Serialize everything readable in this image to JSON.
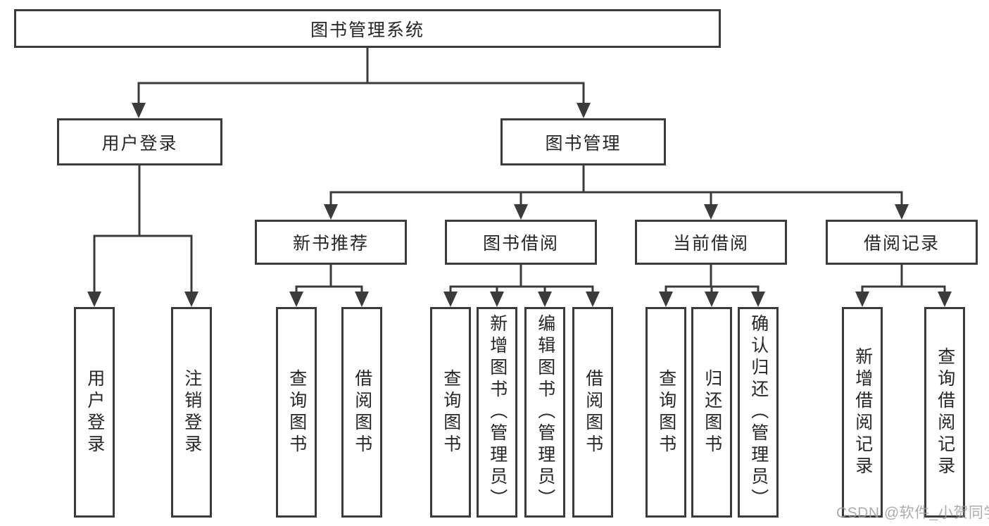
{
  "diagram": {
    "root": {
      "label": "图书管理系统"
    },
    "children": [
      {
        "label": "用户登录",
        "children": [
          {
            "label": "用户登录"
          },
          {
            "label": "注销登录"
          }
        ]
      },
      {
        "label": "图书管理",
        "children": [
          {
            "label": "新书推荐",
            "children": [
              {
                "label": "查询图书"
              },
              {
                "label": "借阅图书"
              }
            ]
          },
          {
            "label": "图书借阅",
            "children": [
              {
                "label": "查询图书"
              },
              {
                "label": "新增图书（管理员）"
              },
              {
                "label": "编辑图书（管理员）"
              },
              {
                "label": "借阅图书"
              }
            ]
          },
          {
            "label": "当前借阅",
            "children": [
              {
                "label": "查询图书"
              },
              {
                "label": "归还图书"
              },
              {
                "label": "确认归还（管理员）"
              }
            ]
          },
          {
            "label": "借阅记录",
            "children": [
              {
                "label": "新增借阅记录"
              },
              {
                "label": "查询借阅记录"
              }
            ]
          }
        ]
      }
    ]
  },
  "watermark": {
    "text": "CSDN @软件_小贺同学"
  },
  "colors": {
    "line": "#3b3b3b",
    "box_border": "#3b3b3b",
    "text": "#262626",
    "watermark": "#9e9e9e",
    "background": "#ffffff"
  }
}
